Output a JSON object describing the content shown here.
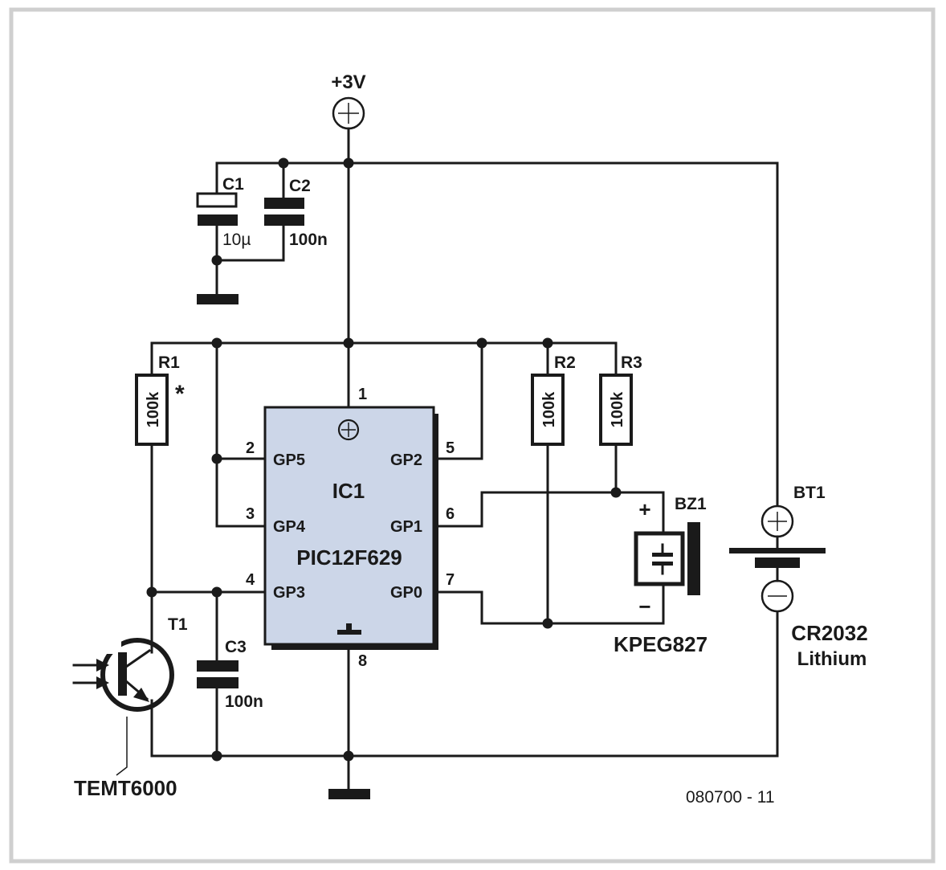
{
  "supply": {
    "label": "+3V",
    "symbol": "+"
  },
  "capacitors": {
    "c1": {
      "ref": "C1",
      "value": "10µ"
    },
    "c2": {
      "ref": "C2",
      "value": "100n"
    },
    "c3": {
      "ref": "C3",
      "value": "100n"
    }
  },
  "resistors": {
    "r1": {
      "ref": "R1",
      "value": "100k",
      "note": "*"
    },
    "r2": {
      "ref": "R2",
      "value": "100k"
    },
    "r3": {
      "ref": "R3",
      "value": "100k"
    }
  },
  "ic": {
    "ref": "IC1",
    "part": "PIC12F629",
    "vdd_symbol": "+",
    "pins": {
      "p1": "1",
      "p2": "2",
      "p3": "3",
      "p4": "4",
      "p5": "5",
      "p6": "6",
      "p7": "7",
      "p8": "8"
    },
    "pin_names": {
      "gp5": "GP5",
      "gp4": "GP4",
      "gp3": "GP3",
      "gp2": "GP2",
      "gp1": "GP1",
      "gp0": "GP0"
    }
  },
  "transistor": {
    "ref": "T1",
    "part": "TEMT6000"
  },
  "buzzer": {
    "ref": "BZ1",
    "part": "KPEG827",
    "plus": "+",
    "minus": "−"
  },
  "battery": {
    "ref": "BT1",
    "type": "CR2032",
    "chemistry": "Lithium",
    "plus": "+",
    "minus": "−"
  },
  "figure_code": "080700 - 11",
  "colors": {
    "ic_fill": "#ccd6e8",
    "ink": "#1a1a1a",
    "frame": "#cfcfcf"
  }
}
